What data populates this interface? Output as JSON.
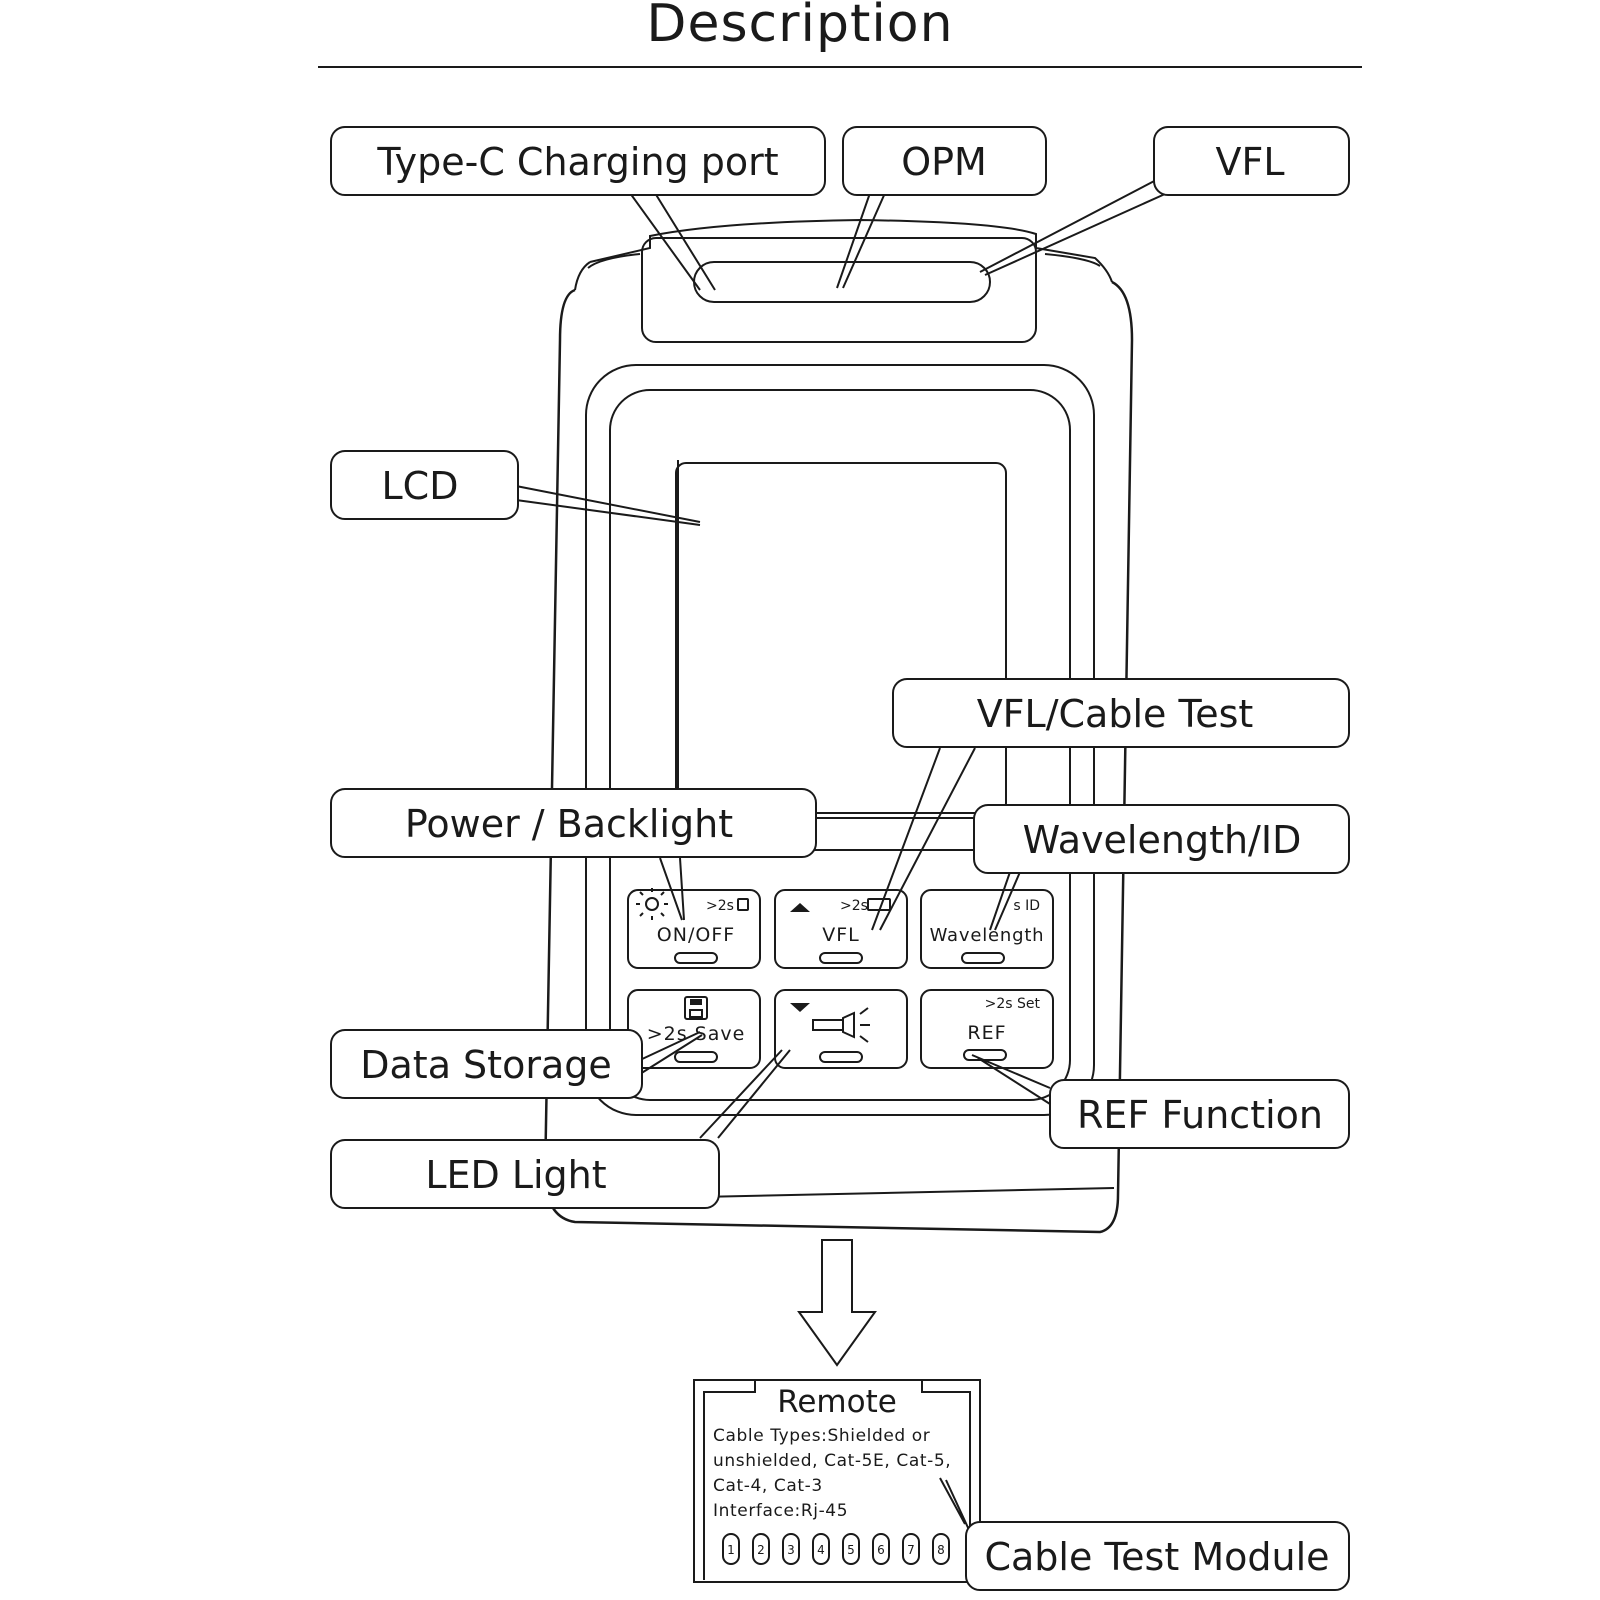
{
  "title": "Description",
  "callouts": {
    "charging_port": "Type-C Charging port",
    "opm": "OPM",
    "vfl": "VFL",
    "lcd": "LCD",
    "vfl_cable_test": "VFL/Cable Test",
    "power_backlight": "Power / Backlight",
    "wavelength_id": "Wavelength/ID",
    "data_storage": "Data Storage",
    "ref_function": "REF Function",
    "led_light": "LED Light",
    "cable_test_module": "Cable Test Module"
  },
  "buttons": {
    "on_off": {
      "label": "ON/OFF",
      "hint": ">2s"
    },
    "vfl": {
      "label": "VFL",
      "hint": ">2s"
    },
    "wavelength": {
      "label": "Wavelength",
      "hint": "s ID"
    },
    "save": {
      "label": ">2s Save"
    },
    "ref": {
      "label": "REF",
      "hint": ">2s Set"
    }
  },
  "icons": {
    "on_off": "sun-icon",
    "vfl": "triangle-up-icon",
    "save": "floppy-disk-icon",
    "led": "flashlight-icon",
    "led_arrow": "triangle-down-icon",
    "arrow": "down-arrow-icon"
  },
  "module": {
    "title": "Remote",
    "lines": [
      "Cable Types:Shielded or",
      "unshielded, Cat-5E, Cat-5,",
      "Cat-4, Cat-3",
      "Interface:Rj-45"
    ],
    "pins": [
      "1",
      "2",
      "3",
      "4",
      "5",
      "6",
      "7",
      "8"
    ]
  }
}
